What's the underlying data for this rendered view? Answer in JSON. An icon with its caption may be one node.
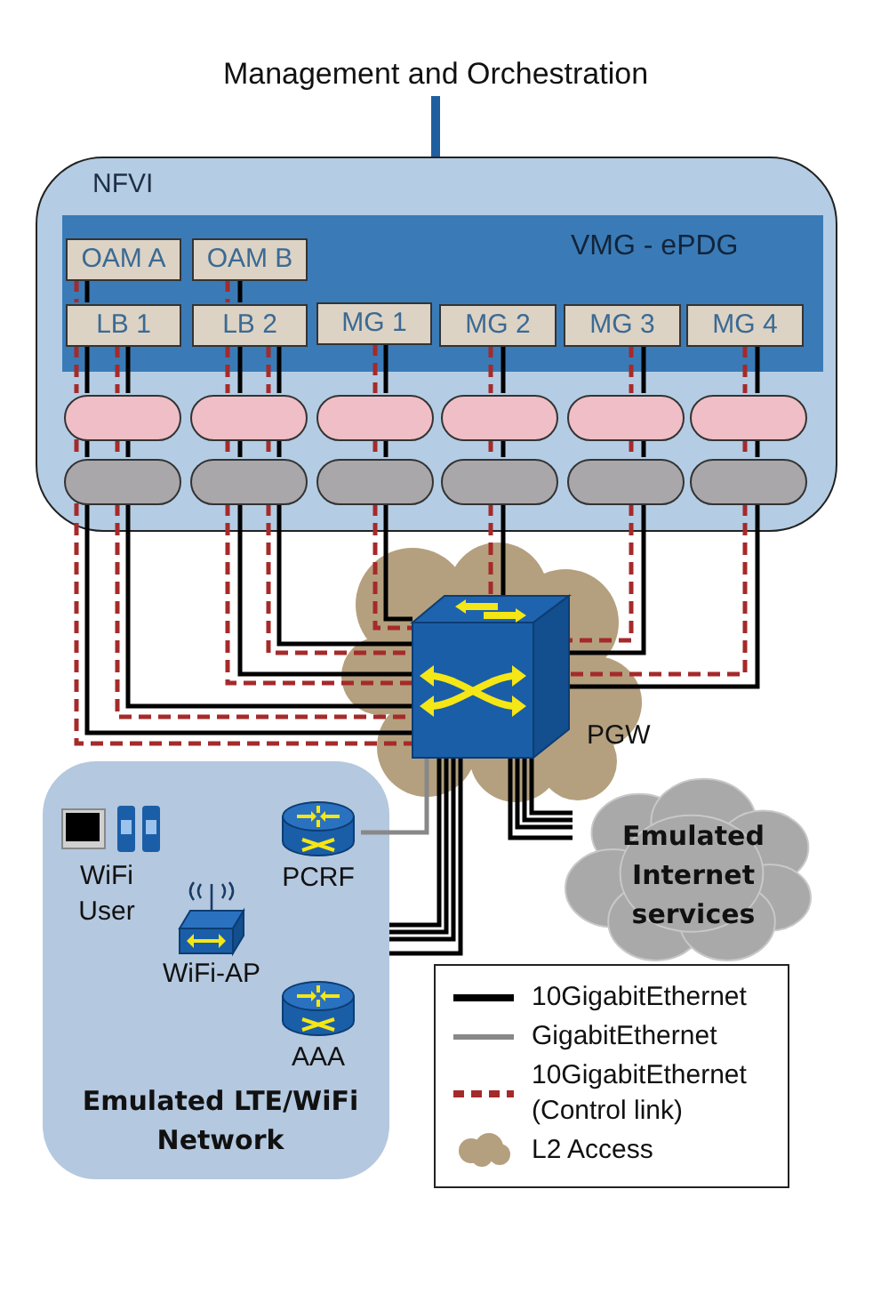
{
  "diagram": {
    "nodes": [
      {
        "text": [
          "NFVI"
        ]
      },
      {
        "text": [
          "VMG - ePDG"
        ],
        "in": 0
      },
      {
        "text": [
          "OAM A"
        ],
        "in": 1
      },
      {
        "text": [
          "OAM B"
        ],
        "in": 1
      },
      {
        "text": [
          "LB 1"
        ],
        "in": 1
      },
      {
        "text": [
          "LB 2"
        ],
        "in": 1
      },
      {
        "text": [
          "MG 1"
        ],
        "in": 1
      },
      {
        "text": [
          "MG 2"
        ],
        "in": 1
      },
      {
        "text": [
          "MG 3"
        ],
        "in": 1
      },
      {
        "text": [
          "MG 4"
        ],
        "in": 1
      },
      {
        "text": [],
        "shape": "oval",
        "in": 0
      },
      {
        "text": [],
        "shape": "oval",
        "in": 0
      },
      {
        "text": [],
        "shape": "oval",
        "in": 0
      },
      {
        "text": [],
        "shape": "oval",
        "in": 0
      },
      {
        "text": [],
        "shape": "oval",
        "in": 0
      },
      {
        "text": [],
        "shape": "oval",
        "in": 0
      },
      {
        "text": [],
        "shape": "oval",
        "in": 0
      },
      {
        "text": [],
        "shape": "oval",
        "in": 0
      },
      {
        "text": [],
        "shape": "oval",
        "in": 0
      },
      {
        "text": [],
        "shape": "oval",
        "in": 0
      },
      {
        "text": [],
        "shape": "oval",
        "in": 0
      },
      {
        "text": [],
        "shape": "oval",
        "in": 0
      },
      {
        "text": [
          "Management and Orchestration"
        ]
      },
      {
        "text": [],
        "shape": "picture",
        "beside": [
          "PGW"
        ]
      },
      {
        "text": [
          "Emulated Internet services"
        ]
      },
      {
        "text": [
          "Emulated LTE/WiFi Network"
        ]
      },
      {
        "text": [
          "WiFi User"
        ],
        "in": 25
      },
      {
        "text": [
          "PCRF"
        ],
        "in": 25
      },
      {
        "text": [
          "WiFi-AP"
        ],
        "in": 25
      },
      {
        "text": [
          "AAA"
        ],
        "in": 25
      }
    ],
    "edges": [
      {
        "from": 22,
        "to": 0,
        "arrow": "none",
        "style": "thick",
        "color": "#1f5fa0"
      },
      {
        "from": 2,
        "to": 4,
        "arrow": "none",
        "style": "dashed",
        "color": "#a52a2a"
      },
      {
        "from": 2,
        "to": 4,
        "arrow": "none"
      },
      {
        "from": 4,
        "to": 10,
        "arrow": "none",
        "style": "dashed",
        "color": "#a52a2a"
      },
      {
        "from": 4,
        "to": 10,
        "arrow": "none"
      },
      {
        "from": 4,
        "to": 10,
        "arrow": "none",
        "style": "dashed",
        "color": "#a52a2a"
      },
      {
        "from": 4,
        "to": 10,
        "arrow": "none"
      },
      {
        "from": 10,
        "to": 16,
        "arrow": "none",
        "style": "dashed",
        "color": "#a52a2a"
      },
      {
        "from": 10,
        "to": 16,
        "arrow": "none"
      },
      {
        "from": 10,
        "to": 16,
        "arrow": "none",
        "style": "dashed",
        "color": "#a52a2a"
      },
      {
        "from": 10,
        "to": 16,
        "arrow": "none"
      },
      {
        "from": 16,
        "to": 23,
        "arrow": "none",
        "style": "dashed",
        "color": "#a52a2a"
      },
      {
        "from": 16,
        "to": 23,
        "arrow": "none"
      },
      {
        "from": 16,
        "to": 23,
        "arrow": "none",
        "style": "dashed",
        "color": "#a52a2a"
      },
      {
        "from": 16,
        "to": 23,
        "arrow": "none"
      },
      {
        "from": 3,
        "to": 5,
        "arrow": "none",
        "style": "dashed",
        "color": "#a52a2a"
      },
      {
        "from": 3,
        "to": 5,
        "arrow": "none"
      },
      {
        "from": 5,
        "to": 11,
        "arrow": "none",
        "style": "dashed",
        "color": "#a52a2a"
      },
      {
        "from": 5,
        "to": 11,
        "arrow": "none"
      },
      {
        "from": 5,
        "to": 11,
        "arrow": "none",
        "style": "dashed",
        "color": "#a52a2a"
      },
      {
        "from": 5,
        "to": 11,
        "arrow": "none"
      },
      {
        "from": 11,
        "to": 17,
        "arrow": "none",
        "style": "dashed",
        "color": "#a52a2a"
      },
      {
        "from": 11,
        "to": 17,
        "arrow": "none"
      },
      {
        "from": 11,
        "to": 17,
        "arrow": "none",
        "style": "dashed",
        "color": "#a52a2a"
      },
      {
        "from": 11,
        "to": 17,
        "arrow": "none"
      },
      {
        "from": 17,
        "to": 23,
        "arrow": "none",
        "style": "dashed",
        "color": "#a52a2a"
      },
      {
        "from": 17,
        "to": 23,
        "arrow": "none"
      },
      {
        "from": 17,
        "to": 23,
        "arrow": "none",
        "style": "dashed",
        "color": "#a52a2a"
      },
      {
        "from": 17,
        "to": 23,
        "arrow": "none"
      },
      {
        "from": 6,
        "to": 12,
        "arrow": "none",
        "style": "dashed",
        "color": "#a52a2a"
      },
      {
        "from": 6,
        "to": 12,
        "arrow": "none"
      },
      {
        "from": 12,
        "to": 18,
        "arrow": "none",
        "style": "dashed",
        "color": "#a52a2a"
      },
      {
        "from": 12,
        "to": 18,
        "arrow": "none"
      },
      {
        "from": 18,
        "to": 23,
        "arrow": "none",
        "style": "dashed",
        "color": "#a52a2a"
      },
      {
        "from": 18,
        "to": 23,
        "arrow": "none"
      },
      {
        "from": 7,
        "to": 13,
        "arrow": "none",
        "style": "dashed",
        "color": "#a52a2a"
      },
      {
        "from": 7,
        "to": 13,
        "arrow": "none"
      },
      {
        "from": 13,
        "to": 19,
        "arrow": "none",
        "style": "dashed",
        "color": "#a52a2a"
      },
      {
        "from": 13,
        "to": 19,
        "arrow": "none"
      },
      {
        "from": 19,
        "to": 23,
        "arrow": "none",
        "style": "dashed",
        "color": "#a52a2a"
      },
      {
        "from": 19,
        "to": 23,
        "arrow": "none"
      },
      {
        "from": 8,
        "to": 14,
        "arrow": "none",
        "style": "dashed",
        "color": "#a52a2a"
      },
      {
        "from": 8,
        "to": 14,
        "arrow": "none"
      },
      {
        "from": 14,
        "to": 20,
        "arrow": "none",
        "style": "dashed",
        "color": "#a52a2a"
      },
      {
        "from": 14,
        "to": 20,
        "arrow": "none"
      },
      {
        "from": 20,
        "to": 23,
        "arrow": "none",
        "style": "dashed",
        "color": "#a52a2a"
      },
      {
        "from": 20,
        "to": 23,
        "arrow": "none"
      },
      {
        "from": 9,
        "to": 15,
        "arrow": "none",
        "style": "dashed",
        "color": "#a52a2a"
      },
      {
        "from": 9,
        "to": 15,
        "arrow": "none"
      },
      {
        "from": 15,
        "to": 21,
        "arrow": "none",
        "style": "dashed",
        "color": "#a52a2a"
      },
      {
        "from": 15,
        "to": 21,
        "arrow": "none"
      },
      {
        "from": 21,
        "to": 23,
        "arrow": "none",
        "style": "dashed",
        "color": "#a52a2a"
      },
      {
        "from": 21,
        "to": 23,
        "arrow": "none"
      },
      {
        "from": 23,
        "to": 27,
        "arrow": "none",
        "color": "#888888"
      },
      {
        "from": 23,
        "to": 25,
        "arrow": "none"
      },
      {
        "from": 23,
        "to": 25,
        "arrow": "none"
      },
      {
        "from": 23,
        "to": 25,
        "arrow": "none"
      },
      {
        "from": 23,
        "to": 25,
        "arrow": "none"
      },
      {
        "from": 23,
        "to": 24,
        "arrow": "none"
      },
      {
        "from": 23,
        "to": 24,
        "arrow": "none"
      },
      {
        "from": 23,
        "to": 24,
        "arrow": "none"
      },
      {
        "from": 23,
        "to": 24,
        "arrow": "none"
      }
    ],
    "legend": [
      {
        "text": "10GigabitEthernet"
      },
      {
        "text": "GigabitEthernet"
      },
      {
        "text": "10GigabitEthernet (Control link)"
      },
      {
        "text": "L2 Access"
      }
    ]
  }
}
